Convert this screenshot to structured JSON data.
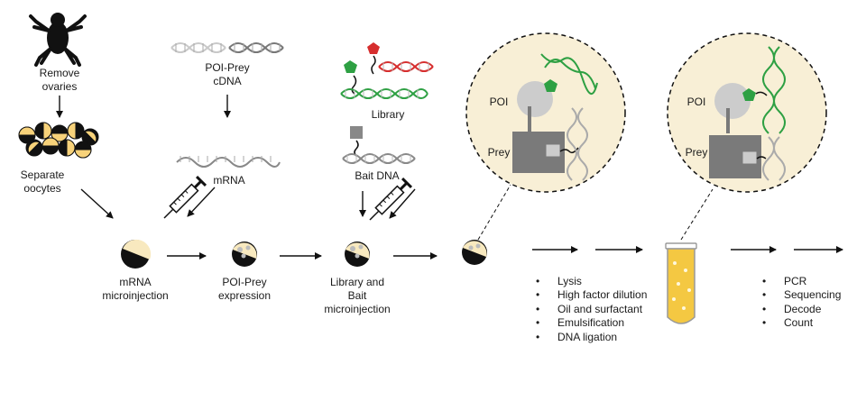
{
  "labels": {
    "remove_ovaries": [
      "Remove",
      "ovaries"
    ],
    "separate_oocytes": [
      "Separate",
      "oocytes"
    ],
    "poi_prey_cdna": [
      "POI-Prey",
      "cDNA"
    ],
    "mrna": "mRNA",
    "library": "Library",
    "bait_dna": "Bait DNA",
    "mrna_microinjection": [
      "mRNA",
      "microinjection"
    ],
    "poi_prey_expression": [
      "POI-Prey",
      "expression"
    ],
    "library_bait_microinjection": [
      "Library and",
      "Bait",
      "microinjection"
    ],
    "poi": "POI",
    "prey": "Prey"
  },
  "steps_emulsion": [
    "Lysis",
    "High factor dilution",
    "Oil and surfactant",
    "Emulsification",
    "DNA ligation"
  ],
  "steps_readout": [
    "PCR",
    "Sequencing",
    "Decode",
    "Count"
  ],
  "colors": {
    "cream": "#f8e9bf",
    "yolk": "#f7d27a",
    "dark": "#111111",
    "grey": "#8a8a8a",
    "light_grey": "#cccccc",
    "green": "#2ea043",
    "red": "#d62e2e",
    "tube_fill": "#f4c842"
  }
}
